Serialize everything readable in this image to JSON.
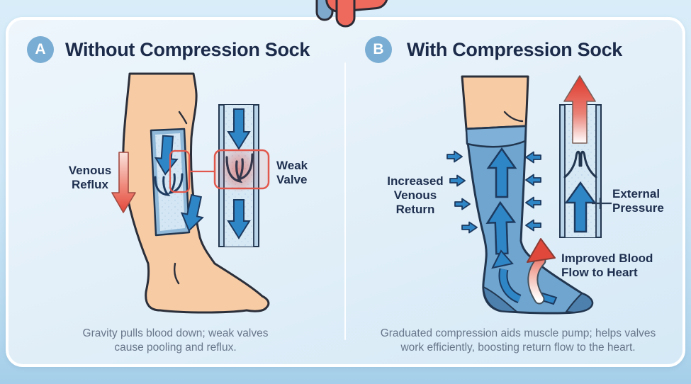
{
  "panel_a": {
    "badge": "A",
    "title": "Without Compression Sock",
    "label_venous_reflux": "Venous\nReflux",
    "label_weak_valve": "Weak\nValve",
    "caption": "Gravity pulls blood down; weak valves\ncause pooling and reflux."
  },
  "panel_b": {
    "badge": "B",
    "title": "With Compression Sock",
    "label_increased_venous_return": "Increased\nVenous\nReturn",
    "label_external_pressure": "External\nPressure",
    "label_improved_blood_flow": "Improved Blood\nFlow to Heart",
    "caption": "Graduated compression aids muscle pump; helps valves\nwork efficiently, boosting return flow to the heart."
  },
  "colors": {
    "navy_text": "#1e2f4f",
    "caption_gray": "#68768a",
    "badge_blue": "#7aadd3",
    "arrow_blue": "#2f86c7",
    "reflux_red": "#e4473a",
    "highlight_red": "#e2574b",
    "sock_blue": "#6fa5cf",
    "sock_dark_blue": "#4d80ad",
    "skin": "#f7cba4",
    "vein_light": "#d7e8f5",
    "vein_wall": "#b9d4e9",
    "card_background": "#e4f0f9",
    "page_bottom_bar": "#a4cee9"
  }
}
